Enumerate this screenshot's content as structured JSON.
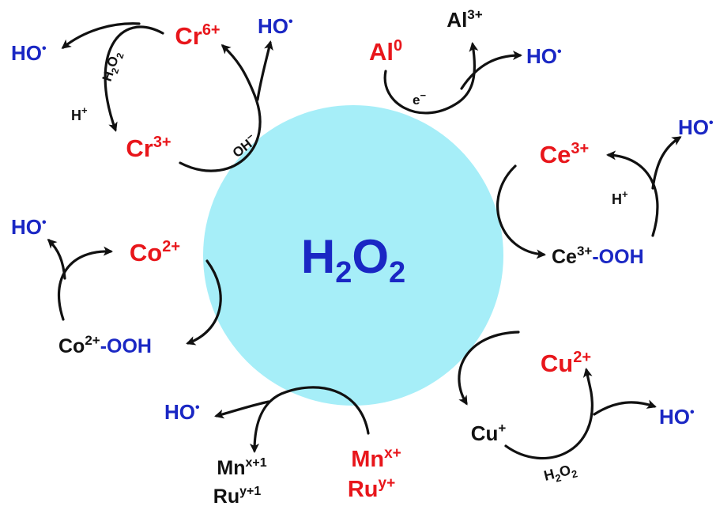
{
  "center": {
    "label": "H",
    "sub": "2",
    "label2": "O",
    "sub2": "2",
    "color": "#a6eef8"
  },
  "colors": {
    "metal": "#e8161b",
    "radical": "#1a27c4",
    "text": "#111111"
  },
  "chromium": {
    "cr6": "Cr",
    "cr6_sup": "6+",
    "cr3": "Cr",
    "cr3_sup": "3+",
    "h2o2": "H",
    "h2o2_sub": "2",
    "h2o2_o": "O",
    "h2o2_sub2": "2",
    "h_plus": "H",
    "h_plus_sup": "+",
    "oh_minus": "OH",
    "oh_minus_sup": "−",
    "ho_left": "HO",
    "ho_right": "HO",
    "dot": "•"
  },
  "aluminium": {
    "al0": "Al",
    "al0_sup": "0",
    "al3": "Al",
    "al3_sup": "3+",
    "electron": "e",
    "electron_sup": "−",
    "ho": "HO",
    "dot": "•"
  },
  "cerium": {
    "ce3": "Ce",
    "ce3_sup": "3+",
    "ce3_ooh": "Ce",
    "ce3_ooh_sup": "3+",
    "ooh": "-OOH",
    "h_plus": "H",
    "h_plus_sup": "+",
    "ho": "HO",
    "dot": "•"
  },
  "cobalt": {
    "co2": "Co",
    "co2_sup": "2+",
    "co2_ooh": "Co",
    "co2_ooh_sup": "2+",
    "ooh": "-OOH",
    "ho": "HO",
    "dot": "•"
  },
  "copper": {
    "cu2": "Cu",
    "cu2_sup": "2+",
    "cu1": "Cu",
    "cu1_sup": "+",
    "h2o2": "H",
    "h2o2_sub": "2",
    "h2o2_o": "O",
    "h2o2_sub2": "2",
    "ho": "HO",
    "dot": "•"
  },
  "manganese": {
    "mn_x": "Mn",
    "mn_x_sup": "x+",
    "ru_y": "Ru",
    "ru_y_sup": "y+",
    "mn_x1": "Mn",
    "mn_x1_sup": "x+1",
    "ru_y1": "Ru",
    "ru_y1_sup": "y+1",
    "ho": "HO",
    "dot": "•"
  }
}
